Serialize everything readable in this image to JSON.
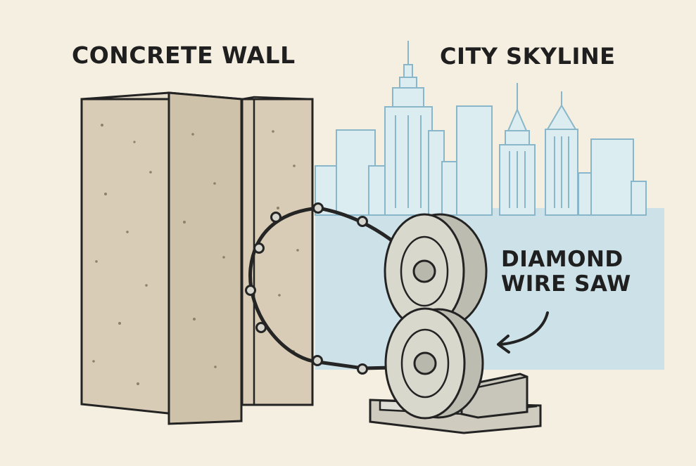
{
  "labels": {
    "concrete_wall": "CONCRETE WALL",
    "city_skyline": "CITY SKYLINE",
    "diamond_wire_saw_line1": "DIAMOND",
    "diamond_wire_saw_line2": "WIRE SAW"
  },
  "colors": {
    "background": "#f5efe1",
    "concrete": "#d8ccb6",
    "skyline_fill": "#cde2e8",
    "skyline_stroke": "#89b7c9",
    "saw_gray": "#d3d3c7",
    "line": "#232323"
  }
}
